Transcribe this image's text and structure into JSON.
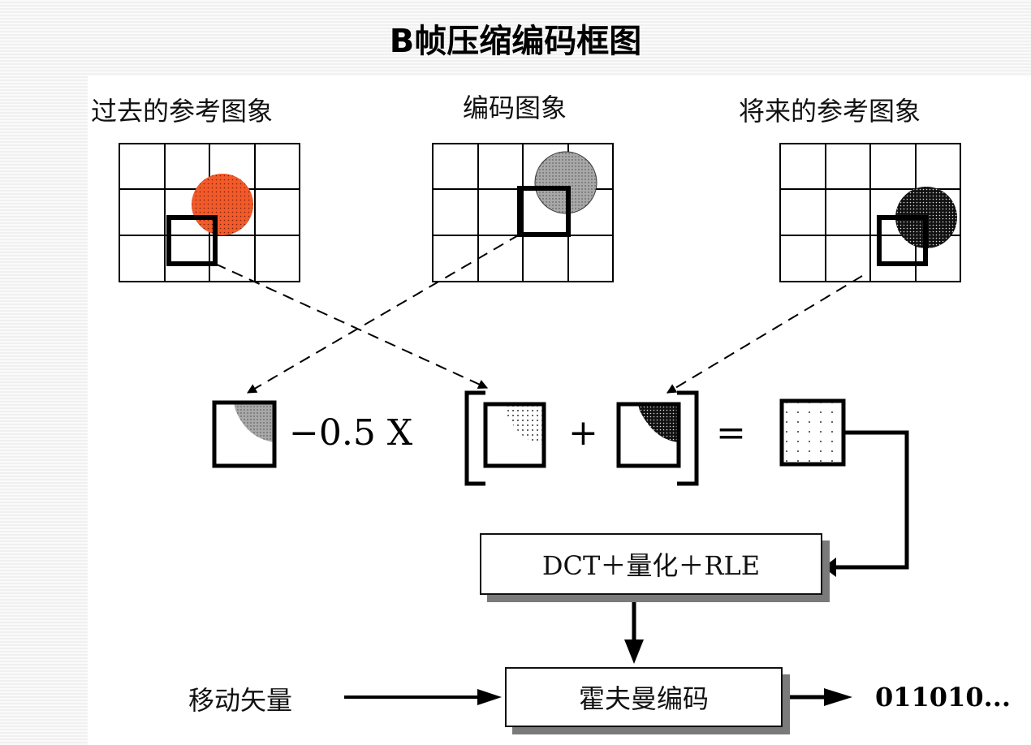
{
  "title": "B帧压缩编码框图",
  "frames": {
    "past": {
      "label": "过去的参考图象",
      "circle_color": "#f25a2a"
    },
    "current": {
      "label": "编码图象",
      "circle_color": "#9a9a9a"
    },
    "future": {
      "label": "将来的参考图象",
      "circle_color": "#151515"
    }
  },
  "formula": {
    "minus_term": "−0.5 X",
    "plus": "+",
    "equals": "="
  },
  "process": {
    "transform_box": "DCT＋量化＋RLE",
    "huffman_box": "霍夫曼编码",
    "motion_vector_label": "移动矢量",
    "output_bits": "011010..."
  }
}
